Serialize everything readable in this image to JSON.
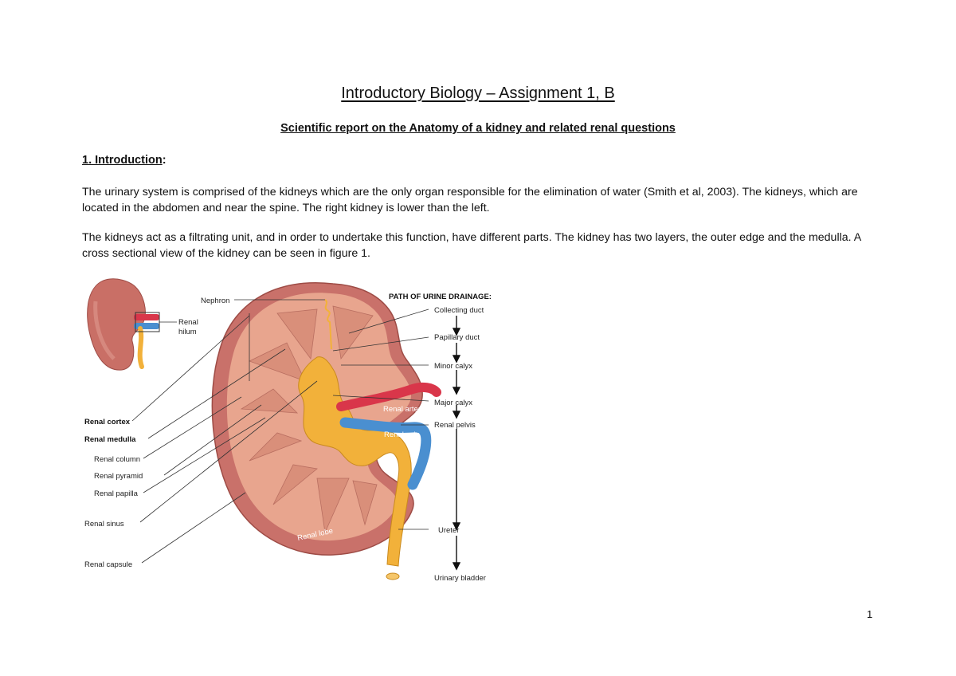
{
  "document": {
    "title": "Introductory Biology – Assignment 1, B",
    "subtitle": "Scientific report on the Anatomy of a kidney and related renal questions",
    "section_heading": "1. Introduction",
    "section_heading_suffix": ":",
    "paragraphs": [
      "The urinary system is comprised of the kidneys which are the only organ responsible for the elimination of water (Smith et al, 2003). The kidneys, which are located in the abdomen and near the spine. The right kidney is lower than the left.",
      "The kidneys act as a filtrating unit, and in order to undertake this function, have different parts.  The kidney has two layers, the outer edge and the medulla. A cross sectional view of the kidney can be seen in figure 1."
    ],
    "page_number": "1"
  },
  "figure": {
    "left_labels": {
      "renal_hilum_1": "Renal",
      "renal_hilum_2": "hilum",
      "renal_cortex": "Renal cortex",
      "renal_medulla": "Renal medulla",
      "renal_column": "Renal column",
      "renal_pyramid": "Renal pyramid",
      "renal_papilla": "Renal papilla",
      "renal_sinus": "Renal sinus",
      "renal_capsule": "Renal capsule"
    },
    "inner_labels": {
      "nephron": "Nephron",
      "renal_artery": "Renal artery",
      "renal_vein": "Renal vein",
      "renal_lobe": "Renal lobe"
    },
    "drainage": {
      "heading": "PATH OF URINE DRAINAGE:",
      "steps": {
        "collecting_duct": "Collecting duct",
        "papillary_duct": "Papillary duct",
        "minor_calyx": "Minor calyx",
        "major_calyx": "Major calyx",
        "renal_pelvis": "Renal pelvis",
        "ureter": "Ureter",
        "urinary_bladder": "Urinary bladder"
      }
    },
    "colors": {
      "kidney_outer": "#c9716a",
      "cortex": "#e8a58e",
      "medulla": "#d98f7a",
      "pelvis": "#f2b13a",
      "artery": "#d9364a",
      "vein": "#4a8fd0"
    }
  }
}
